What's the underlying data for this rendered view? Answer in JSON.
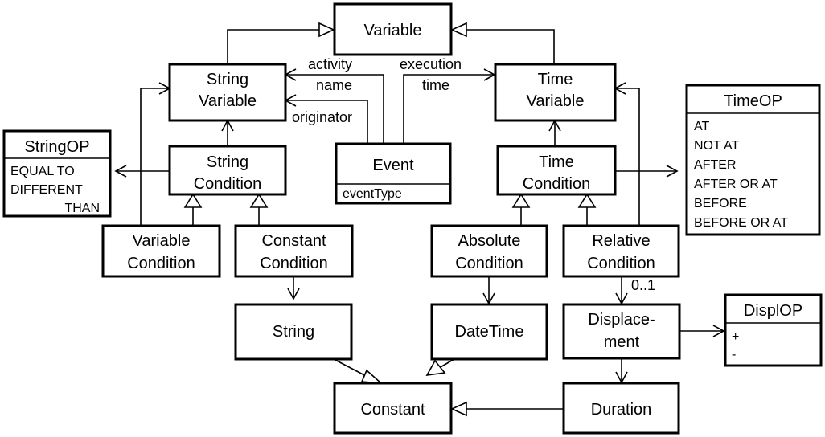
{
  "classes": {
    "variable": "Variable",
    "string_variable": [
      "String",
      "Variable"
    ],
    "time_variable": [
      "Time",
      "Variable"
    ],
    "event": "Event",
    "event_attr": "eventType",
    "string_condition": [
      "String",
      "Condition"
    ],
    "time_condition": [
      "Time",
      "Condition"
    ],
    "variable_condition": [
      "Variable",
      "Condition"
    ],
    "constant_condition": [
      "Constant",
      "Condition"
    ],
    "absolute_condition": [
      "Absolute",
      "Condition"
    ],
    "relative_condition": [
      "Relative",
      "Condition"
    ],
    "string": "String",
    "datetime": "DateTime",
    "displacement": [
      "Displace-",
      "ment"
    ],
    "constant": "Constant",
    "duration": "Duration"
  },
  "enums": {
    "string_op": {
      "name": "StringOP",
      "values": [
        "EQUAL TO",
        "DIFFERENT",
        "THAN"
      ]
    },
    "time_op": {
      "name": "TimeOP",
      "values": [
        "AT",
        "NOT AT",
        "AFTER",
        "AFTER OR AT",
        "BEFORE",
        "BEFORE OR AT"
      ]
    },
    "displ_op": {
      "name": "DisplOP",
      "values": [
        "+",
        "-"
      ]
    }
  },
  "labels": {
    "activity": "activity",
    "name": "name",
    "originator": "originator",
    "execution": "execution",
    "time": "time",
    "multiplicity": "0..1"
  }
}
